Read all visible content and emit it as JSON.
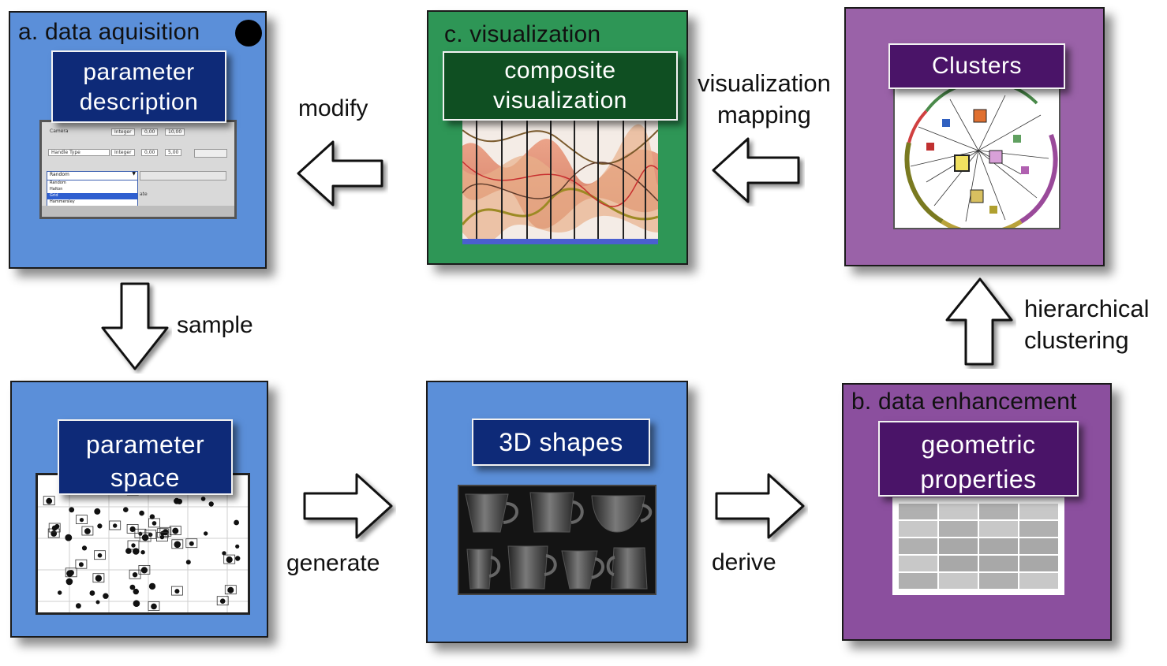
{
  "panels": {
    "acquisition": {
      "title": "a. data aquisition",
      "box_line1": "parameter",
      "box_line2": "description"
    },
    "visualization": {
      "title": "c. visualization",
      "box_line1": "composite",
      "box_line2": "visualization"
    },
    "clusters": {
      "box": "Clusters"
    },
    "parameter_space": {
      "box_line1": "parameter",
      "box_line2": "space"
    },
    "shapes": {
      "box": "3D shapes"
    },
    "enhancement": {
      "title": "b. data enhancement",
      "box_line1": "geometric",
      "box_line2": "properties"
    }
  },
  "edges": {
    "modify": "modify",
    "mapping_line1": "visualization",
    "mapping_line2": "mapping",
    "sample": "sample",
    "clustering_line1": "hierarchical",
    "clustering_line2": "clustering",
    "generate": "generate",
    "derive": "derive"
  },
  "parameter_ui": {
    "row1_label": "Camera",
    "row1_type": "Integer",
    "row1_v1": "0,00",
    "row1_v2": "10,00",
    "row2_label": "Handle Type",
    "row2_type": "Integer",
    "row2_v1": "0,00",
    "row2_v2": "5,00",
    "dropdown_selected": "Random",
    "options": [
      "Random",
      "Halton",
      "Grid",
      "Hammersley"
    ],
    "side_text": "ate"
  },
  "colors": {
    "blue_panel": "#5b8fd9",
    "green_panel": "#2e9656",
    "purple_panel": "#9a62a8",
    "navy_box": "#0e2a78",
    "dark_green_box": "#0f4f22",
    "dark_purple_box": "#4a1468"
  }
}
